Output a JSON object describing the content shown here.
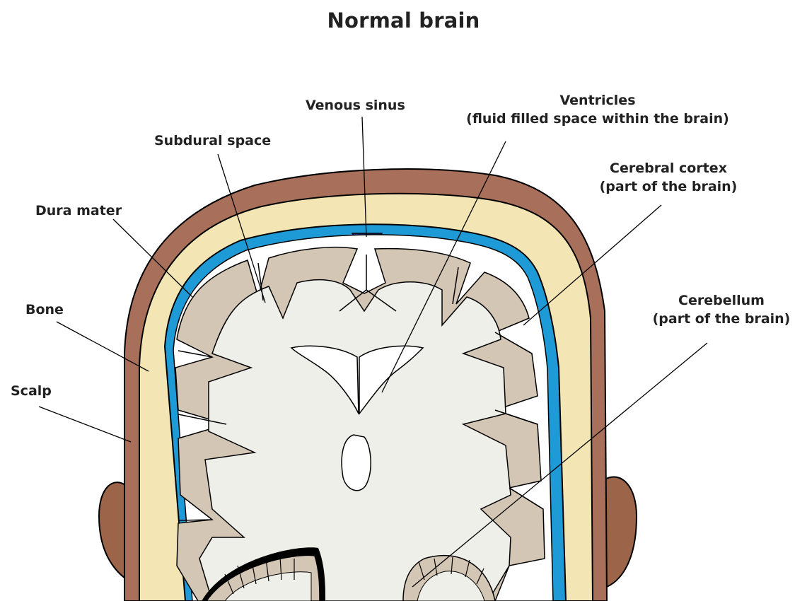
{
  "title": "Normal brain",
  "labels": {
    "venous_sinus": "Venous sinus",
    "ventricles_line1": "Ventricles",
    "ventricles_line2": "(fluid filled space within the brain)",
    "subdural_space": "Subdural space",
    "cerebral_cortex_line1": "Cerebral cortex",
    "cerebral_cortex_line2": "(part of the brain)",
    "dura_mater": "Dura mater",
    "cerebellum_line1": "Cerebellum",
    "cerebellum_line2": "(part of the brain)",
    "bone": "Bone",
    "scalp": "Scalp"
  },
  "colors": {
    "scalp": "#A8705A",
    "ear": "#9C6448",
    "bone": "#F3E6B4",
    "dura": "#1E9AD6",
    "venous_sinus": "#3B3FA8",
    "cortex": "#D4C6B4",
    "white_matter": "#EFEFEA",
    "ventricle": "#FFFFFF",
    "outline": "#000000",
    "label_text": "#222222"
  }
}
